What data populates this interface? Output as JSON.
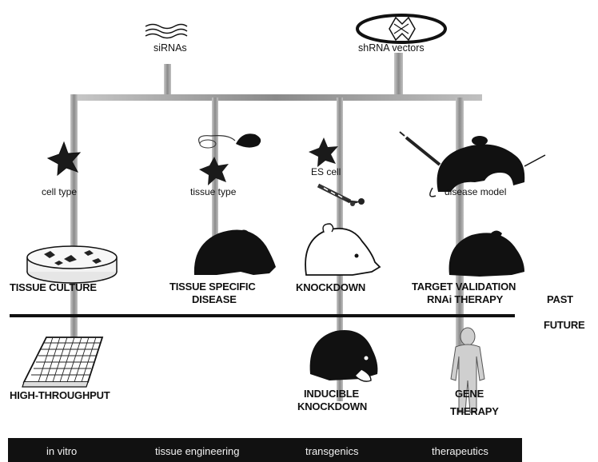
{
  "sources": {
    "sirna_label": "siRNAs",
    "shrna_label": "shRNA vectors"
  },
  "stages": {
    "cell_type": "cell type",
    "tissue_type": "tissue type",
    "es_cell": "ES cell",
    "disease_model": "disease model"
  },
  "past_applications": {
    "tissue_culture": "TISSUE CULTURE",
    "tissue_specific_line1": "TISSUE SPECIFIC",
    "tissue_specific_line2": "DISEASE",
    "knockdown": "KNOCKDOWN",
    "target_validation_line1": "TARGET VALIDATION",
    "target_validation_line2": "RNAi THERAPY"
  },
  "timeline": {
    "past": "PAST",
    "future": "FUTURE"
  },
  "future_applications": {
    "high_throughput": "HIGH-THROUGHPUT",
    "inducible_line1": "INDUCIBLE",
    "inducible_line2": "KNOCKDOWN",
    "gene_therapy_line1": "GENE",
    "gene_therapy_line2": "THERAPY"
  },
  "categories": [
    "in vitro",
    "tissue engineering",
    "transgenics",
    "therapeutics"
  ],
  "colors": {
    "ink": "#111111",
    "column_gray": "#9a9a9a",
    "bottom_bar": "#111111",
    "bar_text": "#f2f2f2"
  }
}
